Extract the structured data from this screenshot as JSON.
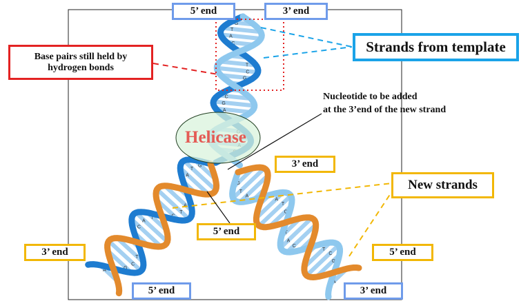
{
  "labels": {
    "top_left_5end": "5’ end",
    "top_right_3end": "3’ end",
    "base_pairs": "Base pairs still held by hydrogen bonds",
    "strands_from_template": "Strands from template",
    "nucleotide_note_line1": "Nucleotide to be added",
    "nucleotide_note_line2": "at the 3’end of the new strand",
    "helicase": "Helicase",
    "mid_right_3end": "3’ end",
    "new_strands": "New strands",
    "mid_5end": "5’ end",
    "left_3end": "3’ end",
    "right_5end": "5’ end",
    "bottom_left_5end": "5’ end",
    "bottom_right_3end": "3’ end"
  },
  "base_letters": [
    "C",
    "G",
    "T",
    "A",
    "C",
    "G",
    "A",
    "T"
  ],
  "colors": {
    "template_strand": "#1e7cd0",
    "template_strand_light": "#8ec8ee",
    "new_strand": "#e38a2c",
    "label_box_blue": "#6f9bea",
    "label_box_yellow": "#f2b705",
    "base_pairs_box": "#e32222",
    "strands_from_template_box": "#1aa3e8",
    "helicase_fill": "#d9f3dc",
    "helicase_text": "#e45b55"
  }
}
